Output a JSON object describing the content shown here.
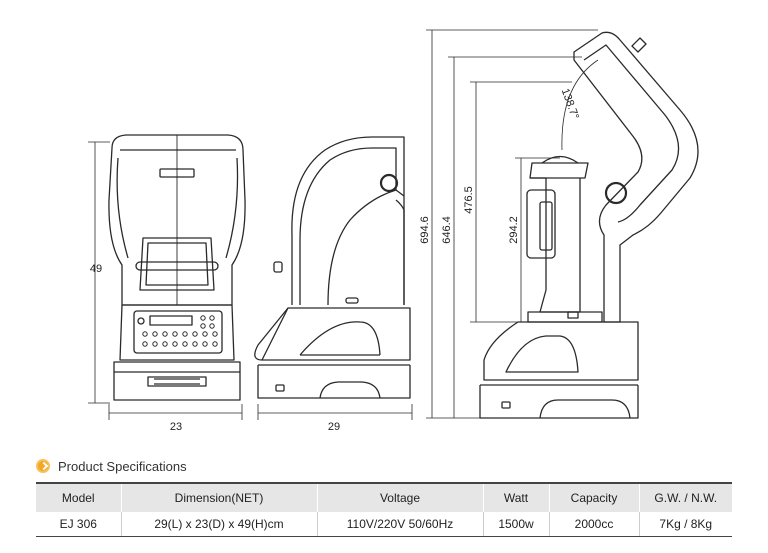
{
  "dimensions": {
    "front_height": "49",
    "front_width": "23",
    "side_depth": "29",
    "open_total_height": "694.6",
    "open_height": "646.4",
    "jar_height": "476.5",
    "base_height": "294.2",
    "lid_angle": "138.7°"
  },
  "specs": {
    "title": "Product Specifications",
    "headers": [
      "Model",
      "Dimension(NET)",
      "Voltage",
      "Watt",
      "Capacity",
      "G.W. / N.W."
    ],
    "row": [
      "EJ 306",
      "29(L) x 23(D) x 49(H)cm",
      "110V/220V 50/60Hz",
      "1500w",
      "2000cc",
      "7Kg / 8Kg"
    ]
  }
}
